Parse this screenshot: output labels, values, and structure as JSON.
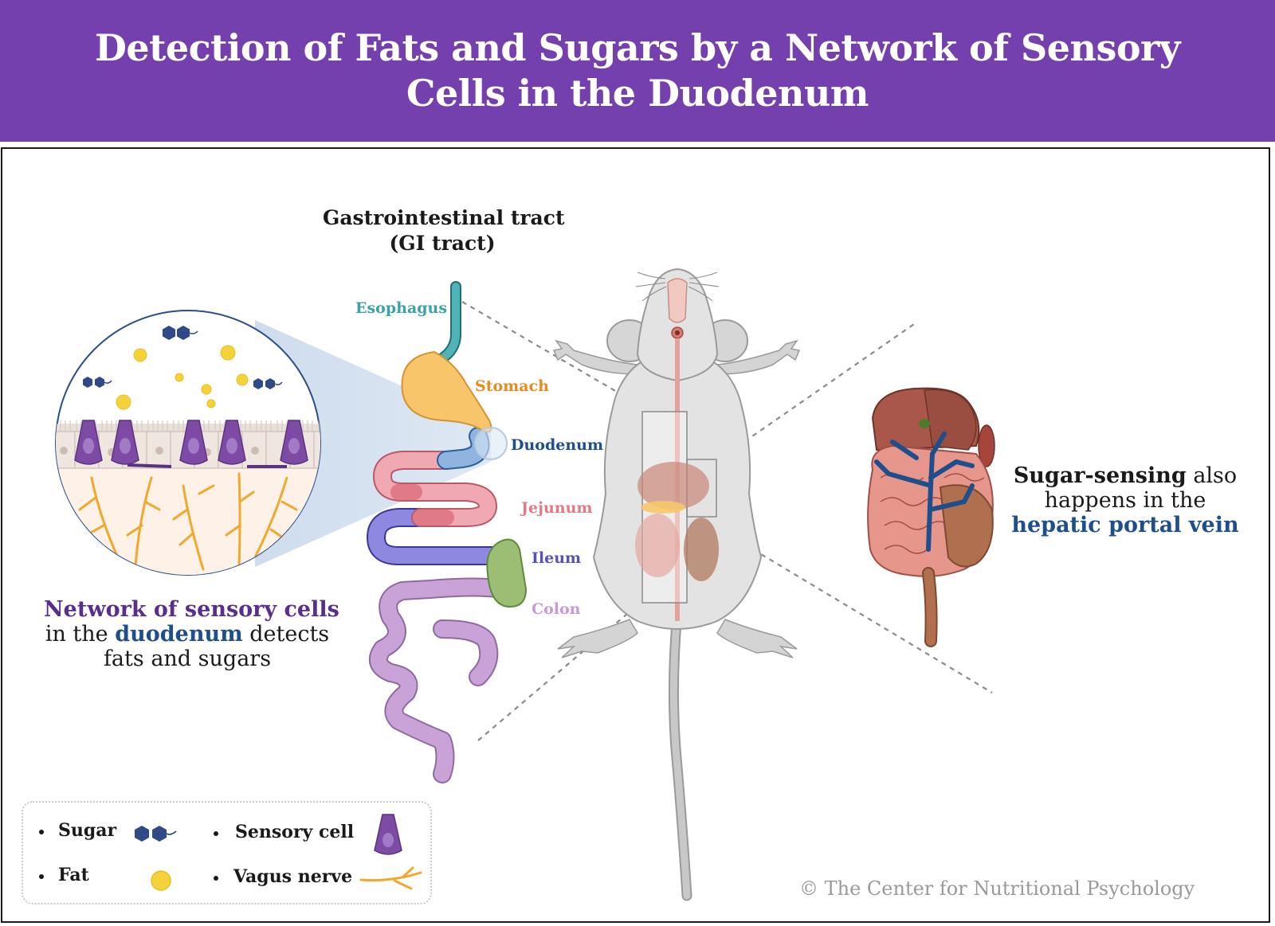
{
  "title": {
    "line1": "Detection of Fats and Sugars by a Network of Sensory",
    "line2": "Cells in the Duodenum"
  },
  "gi_tract": {
    "title_line1": "Gastrointestinal tract",
    "title_line2": "(GI tract)",
    "organs": {
      "esophagus": "Esophagus",
      "stomach": "Stomach",
      "duodenum": "Duodenum",
      "jejunum": "Jejunum",
      "ileum": "Ileum",
      "colon": "Colon"
    }
  },
  "sensory_caption": {
    "part1": "Network of sensory cells",
    "part2": "in the ",
    "part3": "duodenum",
    "part4": " detects",
    "part5": "fats and sugars"
  },
  "portal_caption": {
    "part1": "Sugar-sensing",
    "part2": " also",
    "part3": "happens in the",
    "part4": "hepatic portal vein"
  },
  "legend": {
    "sugar": "Sugar",
    "fat": "Fat",
    "sensory_cell": "Sensory cell",
    "vagus_nerve": "Vagus nerve"
  },
  "credit": "© The Center for Nutritional Psychology",
  "colors": {
    "banner": "#7440ad",
    "esophagus": "#3aa3a8",
    "stomach": "#e88a1e",
    "duodenum": "#1f4e8c",
    "jejunum": "#e07a86",
    "ileum": "#5652b8",
    "colon": "#c79ad3",
    "sugar": "#2f4a86",
    "fat": "#f4d23c",
    "sensory_cell": "#7d4aa4",
    "vagus_nerve": "#f0a92c",
    "portal_vein": "#1f4e8c"
  }
}
